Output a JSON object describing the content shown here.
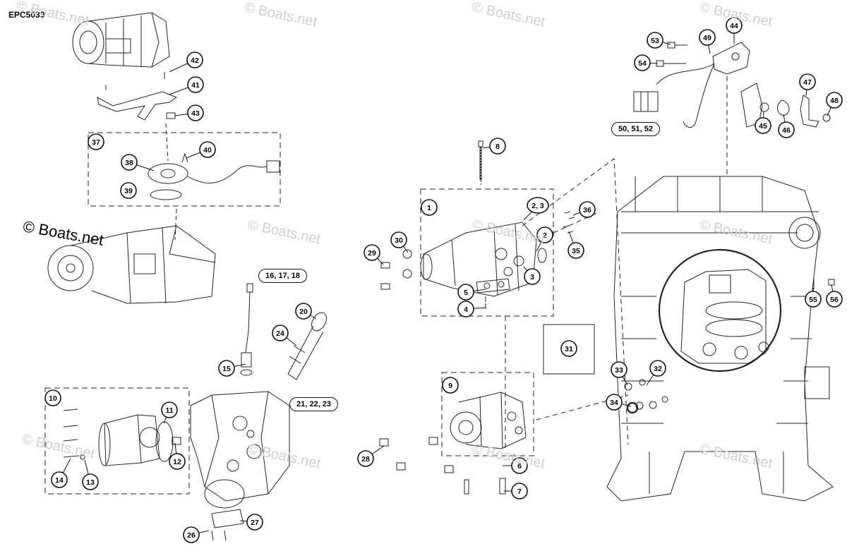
{
  "diagram": {
    "code": "EPC5039",
    "watermark": "© Boats.net",
    "callouts": [
      {
        "id": "c1",
        "label": "1"
      },
      {
        "id": "c2",
        "label": "2"
      },
      {
        "id": "c23",
        "label": "2, 3"
      },
      {
        "id": "c3",
        "label": "3"
      },
      {
        "id": "c4",
        "label": "4"
      },
      {
        "id": "c5",
        "label": "5"
      },
      {
        "id": "c6",
        "label": "6"
      },
      {
        "id": "c7",
        "label": "7"
      },
      {
        "id": "c8",
        "label": "8"
      },
      {
        "id": "c9",
        "label": "9"
      },
      {
        "id": "c10",
        "label": "10"
      },
      {
        "id": "c11",
        "label": "11"
      },
      {
        "id": "c12",
        "label": "12"
      },
      {
        "id": "c13",
        "label": "13"
      },
      {
        "id": "c14",
        "label": "14"
      },
      {
        "id": "c15",
        "label": "15"
      },
      {
        "id": "c20",
        "label": "20"
      },
      {
        "id": "c24",
        "label": "24"
      },
      {
        "id": "c26",
        "label": "26"
      },
      {
        "id": "c27",
        "label": "27"
      },
      {
        "id": "c28",
        "label": "28"
      },
      {
        "id": "c29",
        "label": "29"
      },
      {
        "id": "c30",
        "label": "30"
      },
      {
        "id": "c31",
        "label": "31"
      },
      {
        "id": "c32",
        "label": "32"
      },
      {
        "id": "c33",
        "label": "33"
      },
      {
        "id": "c34",
        "label": "34"
      },
      {
        "id": "c35",
        "label": "35"
      },
      {
        "id": "c36",
        "label": "36"
      },
      {
        "id": "c37",
        "label": "37"
      },
      {
        "id": "c38",
        "label": "38"
      },
      {
        "id": "c39",
        "label": "39"
      },
      {
        "id": "c40",
        "label": "40"
      },
      {
        "id": "c41",
        "label": "41"
      },
      {
        "id": "c42",
        "label": "42"
      },
      {
        "id": "c43",
        "label": "43"
      },
      {
        "id": "c44",
        "label": "44"
      },
      {
        "id": "c45",
        "label": "45"
      },
      {
        "id": "c46",
        "label": "46"
      },
      {
        "id": "c47",
        "label": "47"
      },
      {
        "id": "c48",
        "label": "48"
      },
      {
        "id": "c49",
        "label": "49"
      },
      {
        "id": "c53",
        "label": "53"
      },
      {
        "id": "c54",
        "label": "54"
      },
      {
        "id": "c55",
        "label": "55"
      },
      {
        "id": "c56",
        "label": "56"
      }
    ],
    "group_labels": {
      "sensor_set": "16, 17, 18",
      "hose_set": "21, 22, 23",
      "connector_set": "50, 51, 52"
    }
  }
}
